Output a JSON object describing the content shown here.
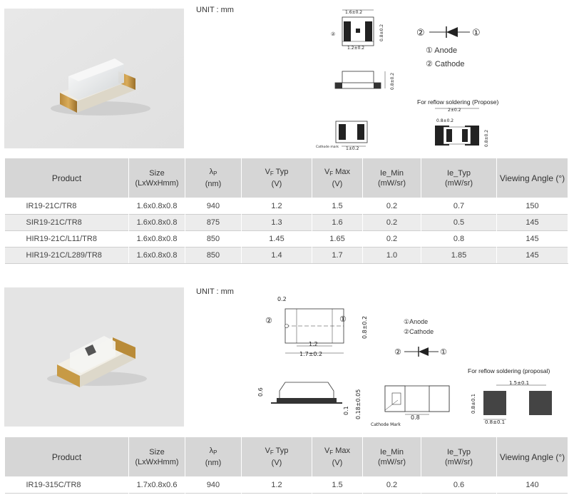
{
  "section1": {
    "unit": "UNIT : mm",
    "dims": {
      "top_width": "1.6±0.2",
      "inner_width": "1.2±0.2",
      "side_height": "0.8±0.2",
      "side_view_height": "0.8±0.2",
      "cathode_mark": "Cathode mark",
      "bottom_width": "1±0.2"
    },
    "pin1": "①",
    "pin2": "②",
    "legend_anode": "① Anode",
    "legend_cathode": "② Cathode",
    "reflow_title": "For reflow soldering (Propose)",
    "reflow_width": "2±0.2",
    "reflow_pad": "0.8±0.2",
    "reflow_height": "0.8±0.2"
  },
  "section2": {
    "unit": "UNIT : mm",
    "dims": {
      "top_gap": "0.2",
      "inner_width": "1.2",
      "total_width": "1.7±0.2",
      "height": "0.8±0.2",
      "side_height": "0.6",
      "lead_height": "0.1",
      "side_right": "0.18±0.05",
      "bottom_width": "0.8",
      "cathode_mark": "Cathode Mark"
    },
    "pin1": "①",
    "pin2": "②",
    "legend_anode": "①Anode",
    "legend_cathode": "②Cathode",
    "reflow_title": "For reflow soldering (proposal)",
    "reflow_width": "1.5±0.1",
    "reflow_pad": "0.8±0.1",
    "reflow_height": "0.8±0.1"
  },
  "headers": {
    "product": "Product",
    "size": "Size",
    "size_unit": "(LxWxHmm)",
    "lambda": "λ",
    "lambda_sub": "P",
    "lambda_unit": "(nm)",
    "vf_typ": "V",
    "vf_typ_label": " Typ",
    "vf_sub": "F",
    "vf_unit": "(V)",
    "vf_max_label": " Max",
    "ie_min": "Ie_Min",
    "ie_min_unit": "(mW/sr)",
    "ie_typ": "Ie_Typ",
    "ie_typ_unit": "(mW/sr)",
    "viewing_angle": "Viewing Angle (°)"
  },
  "table1": [
    [
      "IR19-21C/TR8",
      "1.6x0.8x0.8",
      "940",
      "1.2",
      "1.5",
      "0.2",
      "0.7",
      "150"
    ],
    [
      "SIR19-21C/TR8",
      "1.6x0.8x0.8",
      "875",
      "1.3",
      "1.6",
      "0.2",
      "0.5",
      "145"
    ],
    [
      "HIR19-21C/L11/TR8",
      "1.6x0.8x0.8",
      "850",
      "1.45",
      "1.65",
      "0.2",
      "0.8",
      "145"
    ],
    [
      "HIR19-21C/L289/TR8",
      "1.6x0.8x0.8",
      "850",
      "1.4",
      "1.7",
      "1.0",
      "1.85",
      "145"
    ]
  ],
  "table2": [
    [
      "IR19-315C/TR8",
      "1.7x0.8x0.6",
      "940",
      "1.2",
      "1.5",
      "0.2",
      "0.6",
      "140"
    ]
  ]
}
